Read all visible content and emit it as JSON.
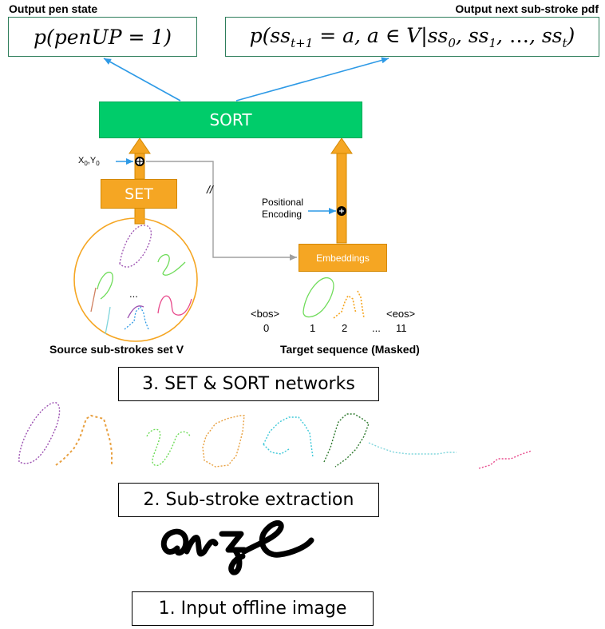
{
  "header": {
    "pen_state_label": "Output pen state",
    "next_substroke_label": "Output next sub-stroke pdf"
  },
  "formulas": {
    "pen_up": "p(penUP = 1)",
    "next_pdf": "p(ss_{t+1} = a, a ∈ V | ss_0, ss_1, …, ss_t)"
  },
  "networks": {
    "sort_label": "SORT",
    "set_label": "SET",
    "embeddings_label": "Embeddings",
    "x0y0_label": "X0,Y0",
    "positional_line1": "Positional",
    "positional_line2": "Encoding",
    "detach_mark": "//",
    "ellipsis": "..."
  },
  "target_sequence": {
    "tokens": [
      {
        "token": "<bos>",
        "index": "0"
      },
      {
        "token": "",
        "index": "1"
      },
      {
        "token": "",
        "index": "2"
      },
      {
        "token": "<eos>",
        "index": "11"
      }
    ],
    "index_ellipsis": "..."
  },
  "captions": {
    "source_set": "Source sub-strokes set V",
    "target_seq": "Target sequence (Masked)"
  },
  "stages": {
    "stage3": "3. SET & SORT networks",
    "stage2": "2. Sub-stroke extraction",
    "stage1": "1. Input offline image"
  },
  "colors": {
    "sort_green": "#00cc6a",
    "set_orange": "#f5a623",
    "arrow_blue": "#2e9ae6",
    "box_green": "#2e7d5b",
    "purple": "#9b4fb0",
    "light_green": "#6fdc5a",
    "orange": "#e8a040",
    "cyan": "#3cc8d8",
    "dark_green": "#2f7a2f",
    "light_cyan": "#7fd5dc",
    "pink": "#e84a8c",
    "gray": "#a0a0a0"
  }
}
